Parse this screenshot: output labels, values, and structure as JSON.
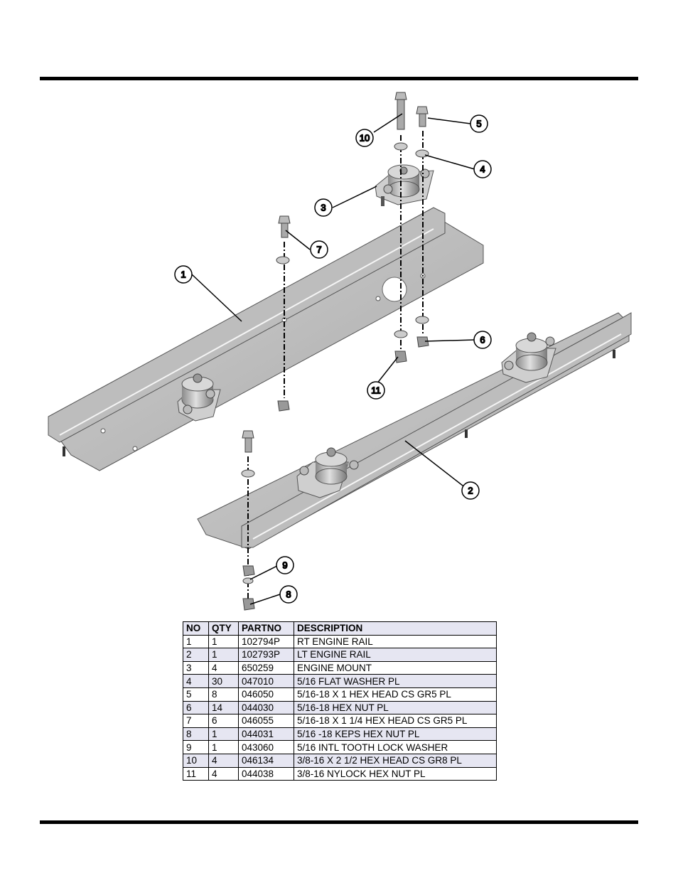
{
  "callouts": [
    "1",
    "2",
    "3",
    "4",
    "5",
    "6",
    "7",
    "8",
    "9",
    "10",
    "11"
  ],
  "table": {
    "headers": [
      "NO",
      "QTY",
      "PARTNO",
      "DESCRIPTION"
    ],
    "rows": [
      [
        "1",
        "1",
        "102794P",
        "RT ENGINE RAIL"
      ],
      [
        "2",
        "1",
        "102793P",
        "LT ENGINE RAIL"
      ],
      [
        "3",
        "4",
        "650259",
        "ENGINE MOUNT"
      ],
      [
        "4",
        "30",
        "047010",
        "5/16 FLAT WASHER PL"
      ],
      [
        "5",
        "8",
        "046050",
        "5/16-18 X 1 HEX HEAD CS GR5 PL"
      ],
      [
        "6",
        "14",
        "044030",
        "5/16-18 HEX NUT PL"
      ],
      [
        "7",
        "6",
        "046055",
        "5/16-18 X 1 1/4 HEX HEAD CS GR5 PL"
      ],
      [
        "8",
        "1",
        "044031",
        "5/16 -18 KEPS HEX NUT PL"
      ],
      [
        "9",
        "1",
        "043060",
        "5/16 INTL TOOTH LOCK WASHER"
      ],
      [
        "10",
        "4",
        "046134",
        "3/8-16 X 2 1/2 HEX HEAD CS GR8 PL"
      ],
      [
        "11",
        "4",
        "044038",
        "3/8-16 NYLOCK HEX NUT PL"
      ]
    ]
  }
}
